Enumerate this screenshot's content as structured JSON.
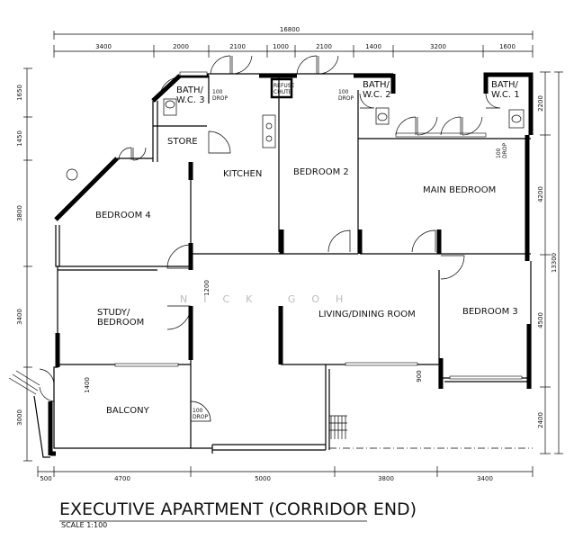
{
  "title": "EXECUTIVE APARTMENT (CORRIDOR END)",
  "scale": "SCALE 1:100",
  "watermark": "NICK GOH",
  "overall_width": "16800",
  "overall_height": "13300",
  "top_dims": [
    "3400",
    "2000",
    "2100",
    "1000",
    "2100",
    "1400",
    "3200",
    "1600"
  ],
  "bottom_dims": [
    "500",
    "4700",
    "5000",
    "3800",
    "3400"
  ],
  "left_dims": [
    "1650",
    "1450",
    "3800",
    "3400",
    "3000"
  ],
  "right_dims": [
    "2200",
    "4200",
    "4500",
    "2400"
  ],
  "inner_dims": {
    "d1200": "1200",
    "d1400": "1400",
    "d900": "900"
  },
  "rooms": {
    "bath3": [
      "BATH/",
      "W.C. 3"
    ],
    "bath2": [
      "BATH/",
      "W.C. 2"
    ],
    "bath1": [
      "BATH/",
      "W.C. 1"
    ],
    "store": "STORE",
    "kitchen": "KITCHEN",
    "bedroom2": "BEDROOM 2",
    "main_bedroom": "MAIN BEDROOM",
    "bedroom4": "BEDROOM 4",
    "study": [
      "STUDY/",
      "BEDROOM"
    ],
    "living": "LIVING/DINING ROOM",
    "bedroom3": "BEDROOM 3",
    "balcony": "BALCONY"
  },
  "refuse": [
    "REFUSE",
    "CHUTE"
  ],
  "drop": {
    "number": "100",
    "label": "DROP"
  }
}
